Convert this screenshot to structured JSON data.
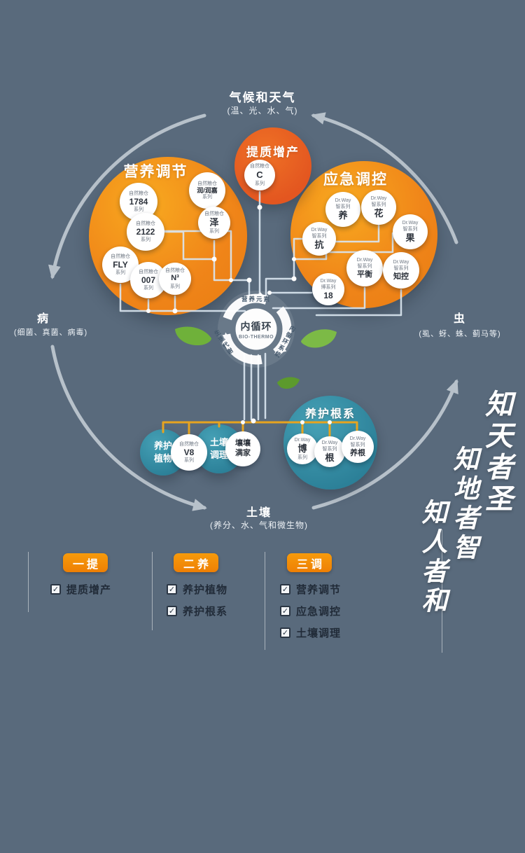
{
  "colors": {
    "background": "#596a7c",
    "orange": "#f08519",
    "deep_orange": "#e35620",
    "teal": "#2f89a1",
    "yellow_line": "#e7a41f",
    "arc_gray": "#bdc6cf",
    "white": "#ffffff"
  },
  "icons": {
    "check": "✓"
  },
  "cycle": {
    "nodes": {
      "top": {
        "title": "气候和天气",
        "subtitle": "(温、光、水、气)"
      },
      "right": {
        "title": "虫",
        "subtitle": "(虱、蚜、蛛、蓟马等)"
      },
      "bottom": {
        "title": "土壤",
        "subtitle": "(养分、水、气和微生物)"
      },
      "left": {
        "title": "病",
        "subtitle": "(细菌、真菌、病毒)"
      }
    }
  },
  "center": {
    "title": "内循环",
    "subtitle": "BIO-THERMO",
    "ring_labels": {
      "top": "营养元素",
      "left": "生理代谢",
      "right": "内循环系统"
    }
  },
  "groups": {
    "quality": {
      "title": "提质增产",
      "items": [
        {
          "top": "自然粮仓",
          "main": "C",
          "bottom": "系列"
        }
      ]
    },
    "nutrition": {
      "title": "营养调节",
      "items": [
        {
          "top": "自然粮仓",
          "main": "1784",
          "bottom": "系列"
        },
        {
          "top": "自然粮仓",
          "main": "润/润嘉",
          "bottom": "系列"
        },
        {
          "top": "自然粮仓",
          "main": "2122",
          "bottom": "系列"
        },
        {
          "top": "自然粮仓",
          "main": "泽",
          "bottom": "系列"
        },
        {
          "top": "自然粮仓",
          "main": "FLY",
          "bottom": "系列"
        },
        {
          "top": "自然粮仓",
          "main": "007",
          "bottom": "系列"
        },
        {
          "top": "自然粮仓",
          "main": "N³",
          "bottom": "系列"
        }
      ]
    },
    "emergency": {
      "title": "应急调控",
      "items": [
        {
          "top": "Dr.Way",
          "mid": "智系列",
          "main": "养"
        },
        {
          "top": "Dr.Way",
          "mid": "智系列",
          "main": "花"
        },
        {
          "top": "Dr.Way",
          "mid": "智系列",
          "main": "抗"
        },
        {
          "top": "Dr.Way",
          "mid": "智系列",
          "main": "果"
        },
        {
          "top": "Dr.Way",
          "mid": "智系列",
          "main": "平衡"
        },
        {
          "top": "Dr.Way",
          "mid": "智系列",
          "main": "知控"
        },
        {
          "top": "Dr.Way",
          "mid": "博系列",
          "main": "18"
        }
      ]
    },
    "plant_care": {
      "title": "养护植物",
      "items": [
        {
          "top": "自然粮仓",
          "main": "V8",
          "bottom": "系列"
        }
      ]
    },
    "soil_care": {
      "title": "土壤调理",
      "items": [
        {
          "main": "壤壤满家"
        }
      ]
    },
    "root_care": {
      "title": "养护根系",
      "items": [
        {
          "top": "Dr.Way",
          "main": "博",
          "bottom": "系列"
        },
        {
          "top": "Dr.Way",
          "mid": "智系列",
          "main": "根"
        },
        {
          "top": "Dr.Way",
          "mid": "智系列",
          "main": "养根"
        }
      ]
    }
  },
  "legend": {
    "sections": [
      {
        "button": "一提",
        "items": [
          "提质增产"
        ]
      },
      {
        "button": "二养",
        "items": [
          "养护植物",
          "养护根系"
        ]
      },
      {
        "button": "三调",
        "items": [
          "营养调节",
          "应急调控",
          "土壤调理"
        ]
      }
    ]
  },
  "calligraphy": {
    "lines": [
      "知天者圣",
      "知地者智",
      "知人者和"
    ]
  }
}
